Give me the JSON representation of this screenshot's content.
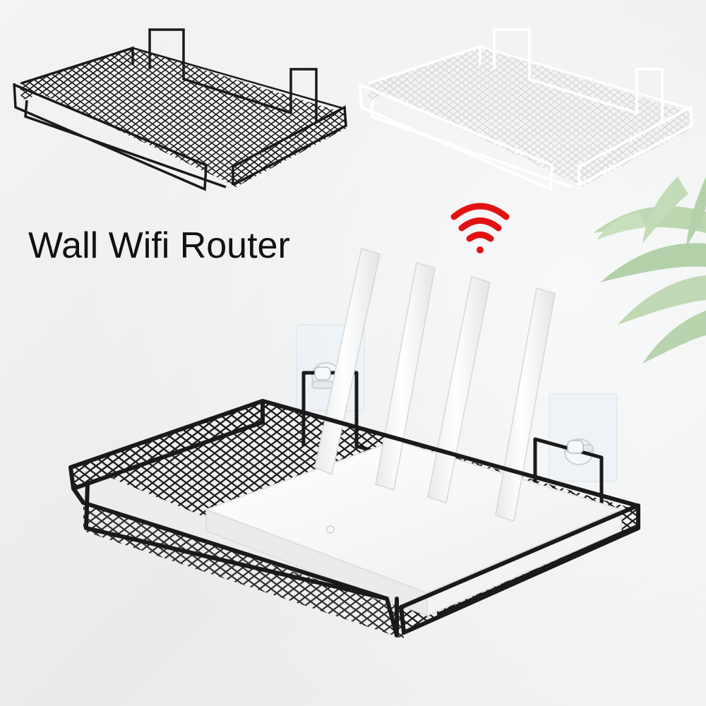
{
  "headline": "Wall Wifi Router",
  "colors": {
    "background": "#eef0f1",
    "rack_dark": "#1a1a1a",
    "rack_white": "#ffffff",
    "wifi_signal": "#e31212",
    "router_body": "#fbfbfb",
    "adhesive_hook": "#eef3f8",
    "plant_leaf": "#7db36a"
  },
  "icons": [
    "wifi-signal-icon"
  ],
  "product_variants": [
    "black",
    "white"
  ]
}
